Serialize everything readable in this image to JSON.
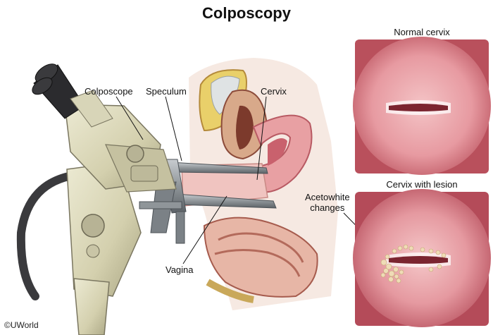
{
  "title": "Colposcopy",
  "labels": {
    "colposcope": "Colposcope",
    "speculum": "Speculum",
    "cervix": "Cervix",
    "vagina": "Vagina",
    "acetowhite_line1": "Acetowhite",
    "acetowhite_line2": "changes"
  },
  "panels": {
    "normal": "Normal cervix",
    "lesion": "Cervix with lesion"
  },
  "copyright": "©UWorld",
  "colors": {
    "cervix_pink": "#e79aa1",
    "cervix_dark": "#c9616d",
    "instrument_gray": "#8f9599",
    "colposcope_beige": "#d9d6b8"
  }
}
